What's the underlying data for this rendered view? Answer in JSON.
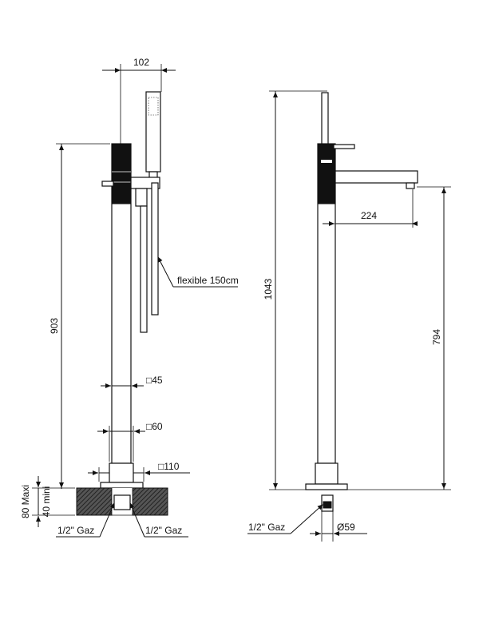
{
  "front_view": {
    "width_top": "102",
    "height_total": "903",
    "flexible": "flexible 150cm",
    "tube_section": "□45",
    "base_section_1": "□60",
    "base_section_2": "□110",
    "floor_max": "80 Maxi",
    "floor_min": "40 mini",
    "gas_left": "1/2\" Gaz",
    "gas_right": "1/2\" Gaz"
  },
  "side_view": {
    "height_total": "1043",
    "spout_reach": "224",
    "spout_height": "794",
    "gas": "1/2\" Gaz",
    "base_diameter": "Ø59"
  }
}
